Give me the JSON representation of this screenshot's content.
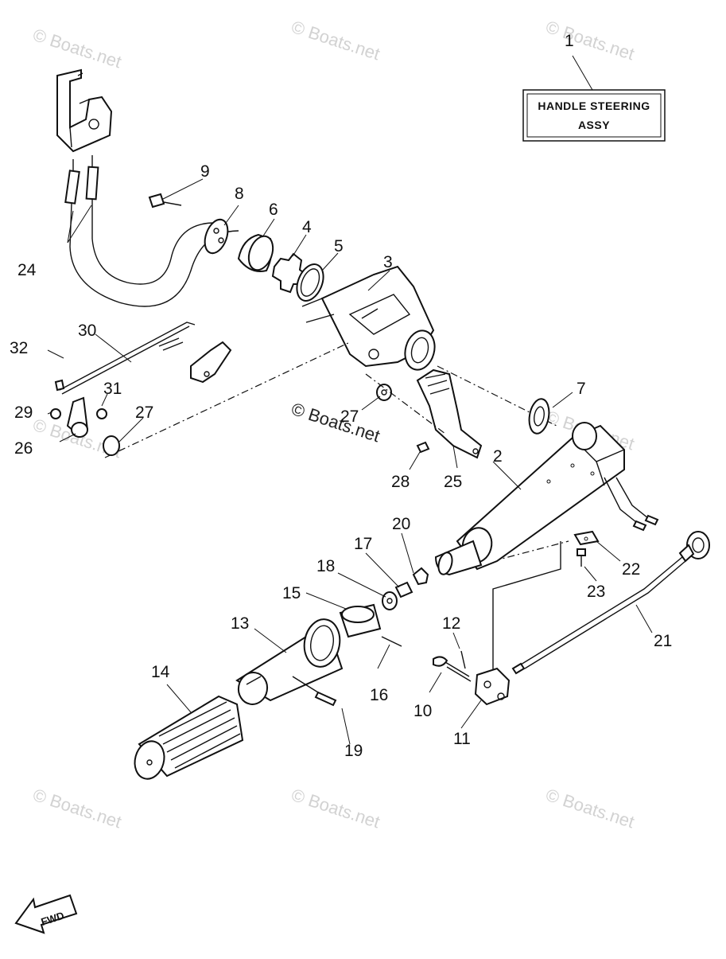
{
  "title_box": {
    "line1": "HANDLE STEERING",
    "line2": "ASSY"
  },
  "fwd_label": "FWD",
  "watermark": "© Boats.net",
  "callouts": {
    "c1": "1",
    "c2": "2",
    "c3": "3",
    "c4": "4",
    "c5": "5",
    "c6": "6",
    "c7": "7",
    "c8": "8",
    "c9": "9",
    "c10": "10",
    "c11": "11",
    "c12": "12",
    "c13": "13",
    "c14": "14",
    "c15": "15",
    "c16": "16",
    "c17": "17",
    "c18": "18",
    "c19": "19",
    "c20": "20",
    "c21": "21",
    "c22": "22",
    "c23": "23",
    "c24": "24",
    "c25": "25",
    "c26": "26",
    "c27a": "27",
    "c27b": "27",
    "c28": "28",
    "c29": "29",
    "c30": "30",
    "c31": "31",
    "c32": "32"
  },
  "colors": {
    "ink": "#111111",
    "watermark": "#d2d2d2",
    "paper": "#ffffff"
  }
}
